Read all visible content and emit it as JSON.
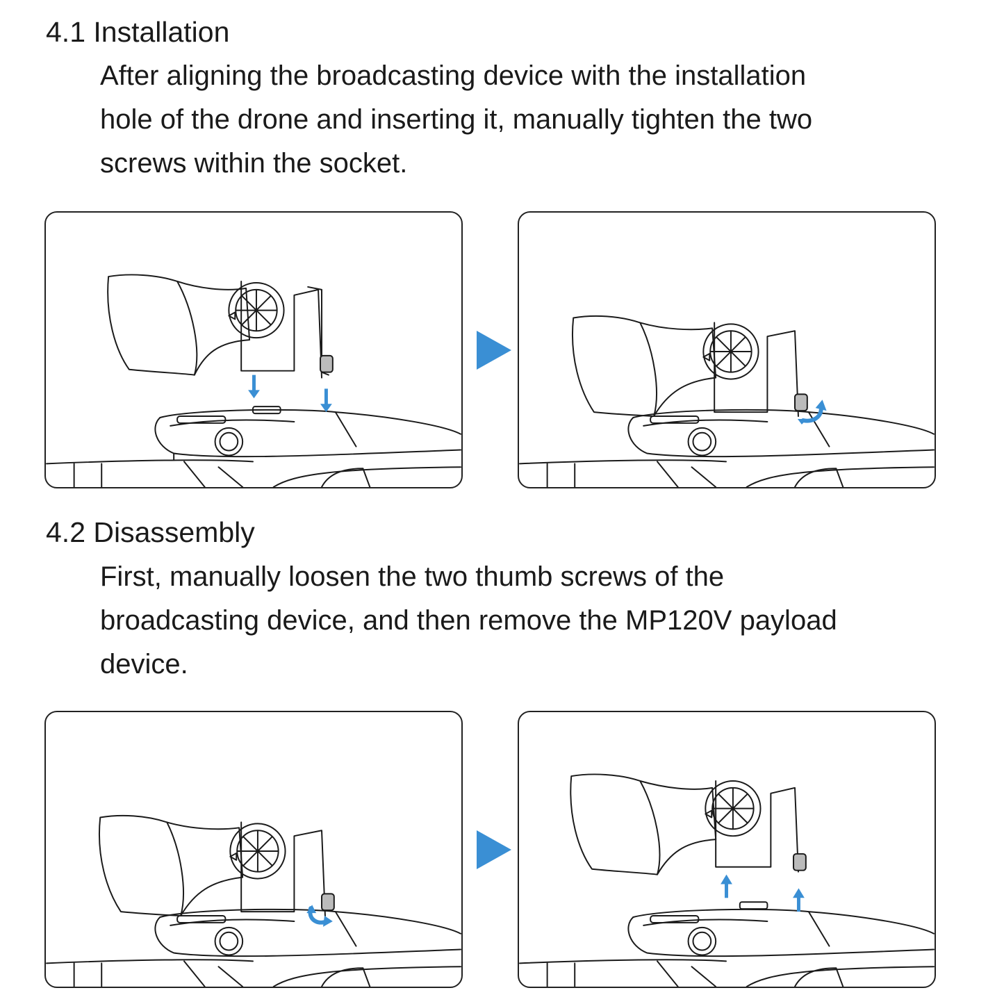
{
  "sections": [
    {
      "heading": "4.1 Installation",
      "lines": [
        "After aligning the broadcasting device with the installation",
        "hole of the drone and inserting it, manually tighten the two",
        "screws within the socket."
      ]
    },
    {
      "heading": "4.2 Disassembly",
      "lines": [
        "First, manually loosen the two thumb screws of the",
        "broadcasting device, and then remove the MP120V payload",
        "device."
      ]
    }
  ],
  "colors": {
    "accent": "#3a8fd4",
    "line": "#1a1a1a"
  }
}
